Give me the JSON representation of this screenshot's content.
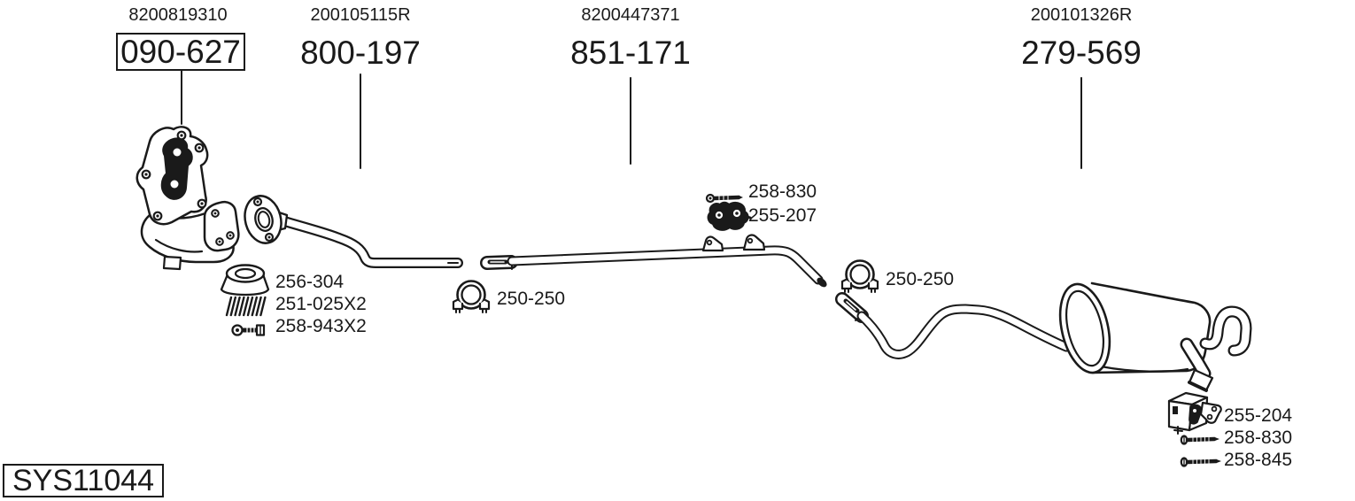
{
  "colors": {
    "background": "#ffffff",
    "ink": "#1a1a1a"
  },
  "header_callouts": [
    {
      "oe_ref": "8200819310",
      "part_number": "090-627",
      "boxed": true
    },
    {
      "oe_ref": "200105115R",
      "part_number": "800-197",
      "boxed": false
    },
    {
      "oe_ref": "8200447371",
      "part_number": "851-171",
      "boxed": false
    },
    {
      "oe_ref": "200101326R",
      "part_number": "279-569",
      "boxed": false
    }
  ],
  "part_callouts": [
    {
      "icon": "gasket-ring-icon",
      "label": "256-304"
    },
    {
      "icon": "coil-spring-icon",
      "label": "251-025X2"
    },
    {
      "icon": "stud-bolt-icon",
      "label": "258-943X2"
    },
    {
      "icon": "pipe-clamp-icon",
      "label": "250-250"
    },
    {
      "icon": "bolt-icon",
      "label": "258-830"
    },
    {
      "icon": "rubber-mount-icon",
      "label": "255-207"
    },
    {
      "icon": "pipe-clamp-icon",
      "label": "250-250"
    },
    {
      "icon": "hanger-bracket-icon",
      "label": "255-204"
    },
    {
      "icon": "bolt-icon",
      "label": "258-830"
    },
    {
      "icon": "bolt-icon",
      "label": "258-845"
    }
  ],
  "system_code": "SYS11044"
}
